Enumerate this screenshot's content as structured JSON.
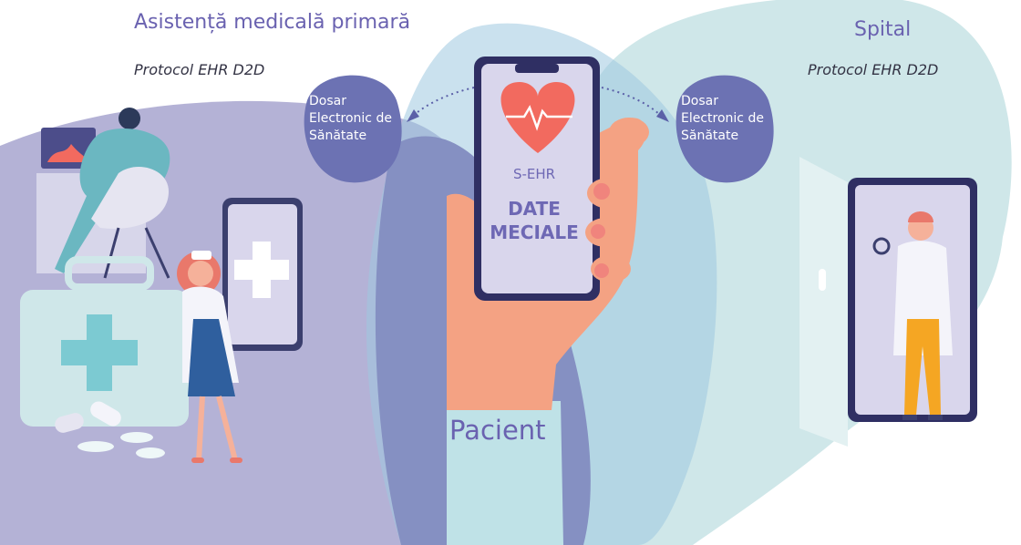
{
  "primary_care": {
    "title": "Asistență medicală primară",
    "protocol": "Protocol EHR D2D",
    "record_label": "Dosar Electronic de Sănătate"
  },
  "hospital": {
    "title": "Spital",
    "protocol": "Protocol EHR D2D",
    "record_label": "Dosar Electronic de Sănătate"
  },
  "patient": {
    "label": "Pacient",
    "app_name": "S-EHR",
    "data_label": "DATE MECIALE"
  },
  "colors": {
    "left_region": "#b4b2d6",
    "right_region": "#cfe7e9",
    "center_overlap": "#8590c2",
    "bubble": "#6c72b3",
    "title_text": "#6a62b0",
    "heart": "#f26a5f",
    "hand": "#f4a283",
    "sleeve": "#bfe2e7"
  },
  "icons": [
    "heart-icon",
    "medical-cross-icon",
    "medical-kit-icon",
    "door-icon",
    "stethoscope-icon"
  ]
}
